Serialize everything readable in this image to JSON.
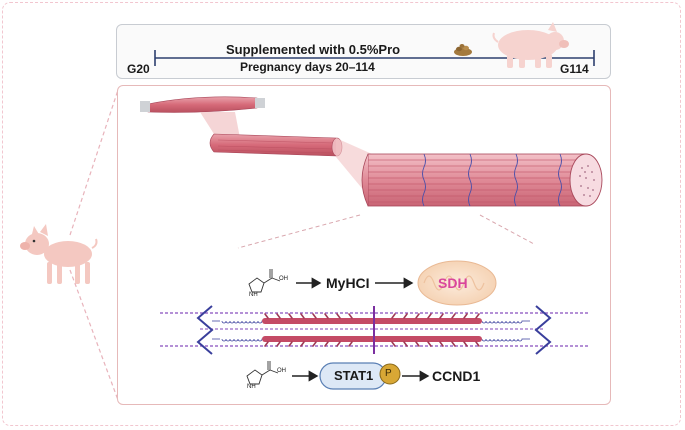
{
  "timeline": {
    "start_label": "G20",
    "end_label": "G114",
    "treatment": "Supplemented with 0.5%Pro",
    "period": "Pregnancy days  20–114"
  },
  "pathway_top": {
    "molecule_label": "OH",
    "nh_label": "NH",
    "target": "MyHCI",
    "result": "SDH"
  },
  "pathway_bottom": {
    "molecule_label": "OH",
    "nh_label": "NH",
    "protein": "STAT1",
    "phospho": "P",
    "target": "CCND1"
  },
  "colors": {
    "muscle": "#d9707e",
    "muscle_dark": "#b8505f",
    "panel_border": "#e6b9b9",
    "panel_bg": "#fdf4f1",
    "pig": "#f4c6c0",
    "stat1_fill": "#dde8f6",
    "phospho_fill": "#d8a735",
    "sdh_text": "#d9459c",
    "mito_fill": "#f8dcc4",
    "myosin": "#c44b66",
    "titin": "#3a3f9c"
  }
}
